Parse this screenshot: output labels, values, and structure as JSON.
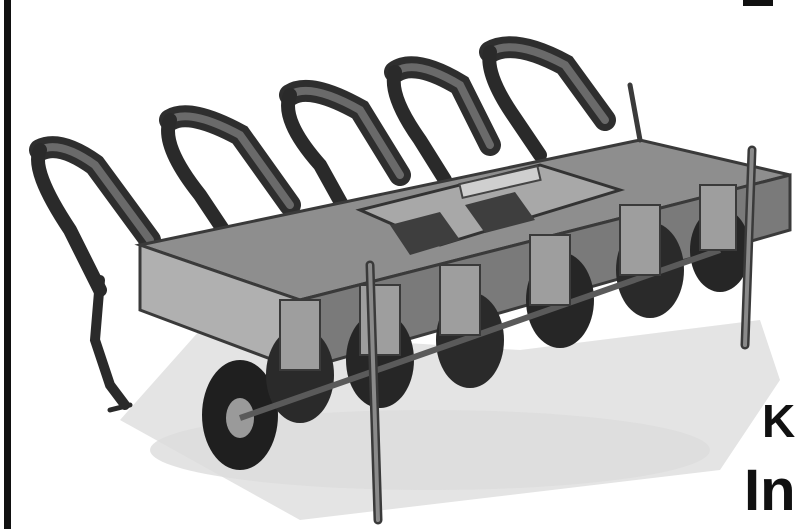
{
  "image": {
    "subject": "disc-harrow-subsoiler-implement",
    "style": "grayscale-print",
    "colors": {
      "background": "#ffffff",
      "frame": "#111111",
      "steel": "#9a9a9a",
      "steel_dark": "#4a4a4a",
      "shadow": "#d6d6d6"
    }
  },
  "edge_text": {
    "line1": "K",
    "line2": "In"
  }
}
